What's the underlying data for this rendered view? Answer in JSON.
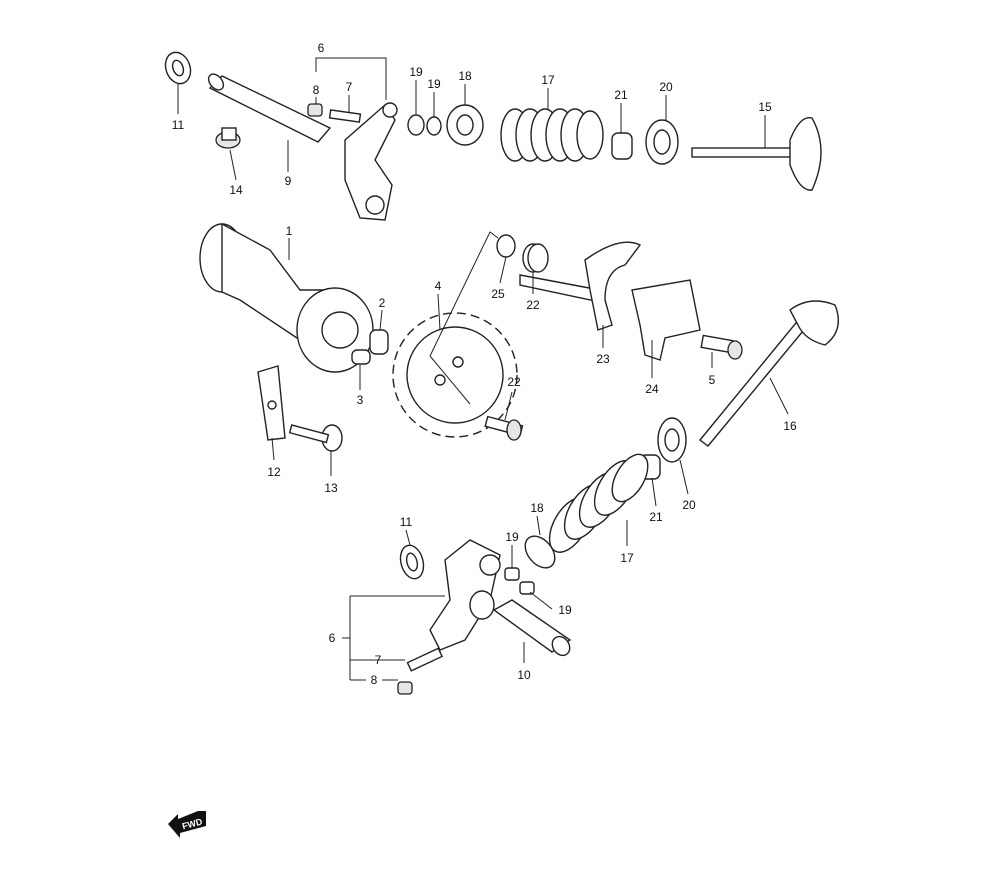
{
  "diagram": {
    "labels": [
      "11",
      "6",
      "7",
      "8",
      "9",
      "14",
      "19",
      "19",
      "18",
      "17",
      "21",
      "20",
      "15",
      "1",
      "2",
      "3",
      "4",
      "25",
      "22",
      "23",
      "24",
      "5",
      "16",
      "22",
      "12",
      "13",
      "18",
      "19",
      "21",
      "20",
      "17",
      "11",
      "19",
      "6",
      "7",
      "8",
      "10"
    ],
    "fwd_icon": {
      "text": "FWD",
      "icon": "forward-arrow-icon"
    }
  }
}
